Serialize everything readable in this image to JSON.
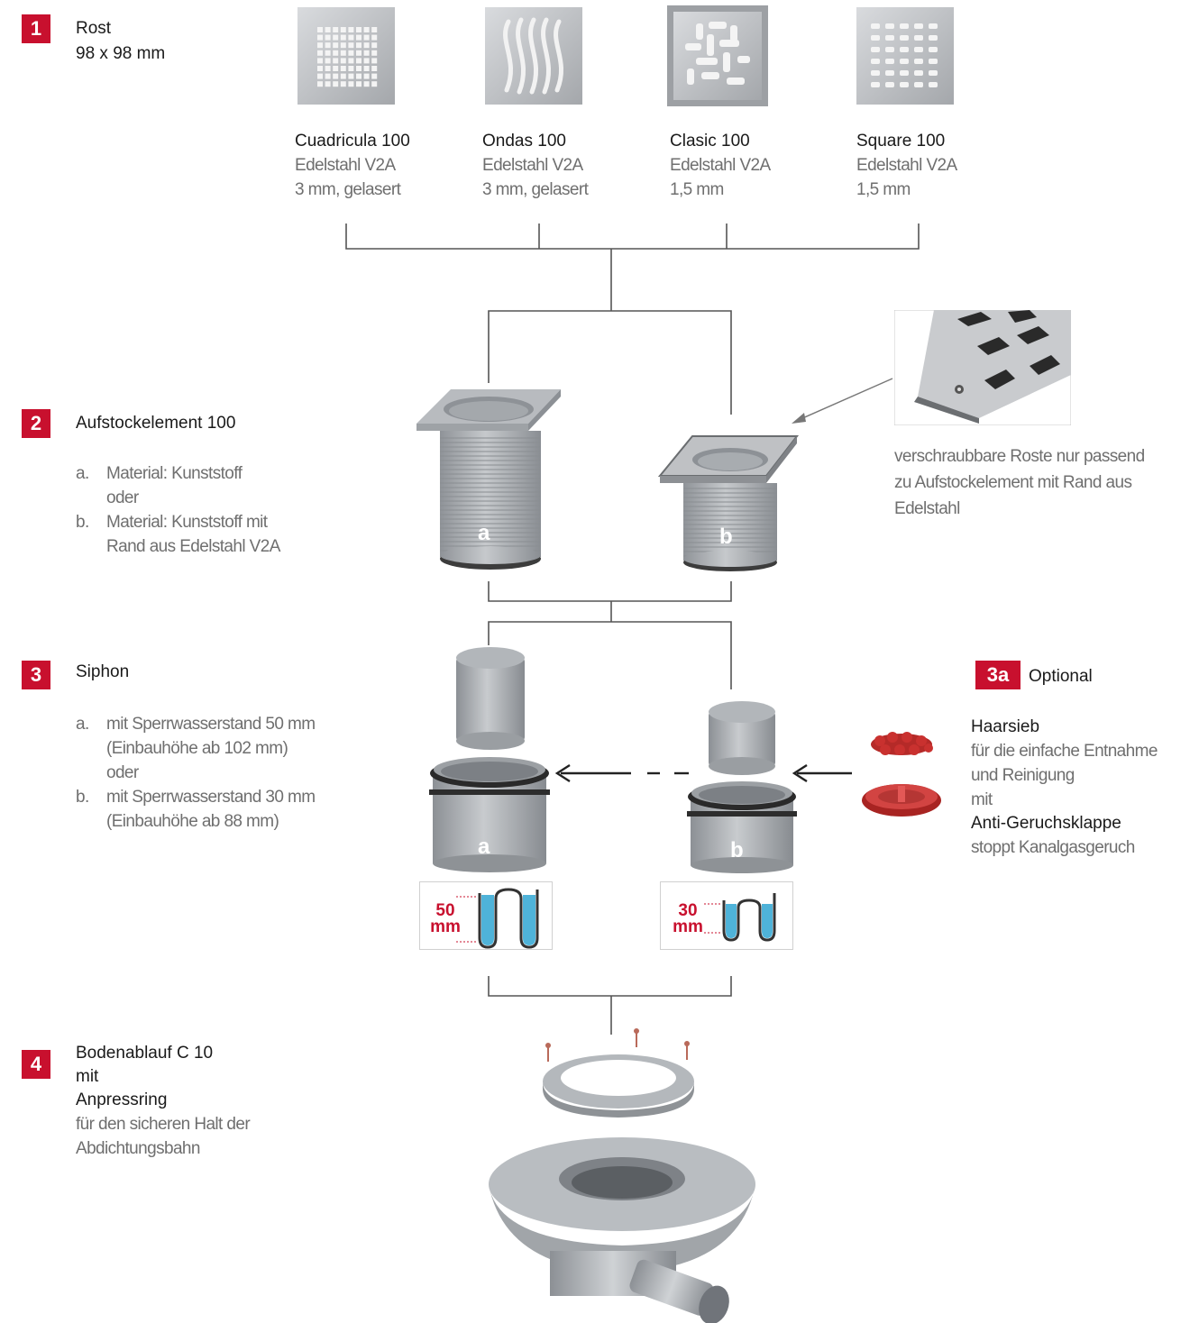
{
  "colors": {
    "accent": "#c8102e",
    "muted": "#6f6f6f",
    "line": "#555555",
    "steel": "#b9bcc0",
    "plastic": "#a9adb2",
    "water": "#4fb3d9"
  },
  "section1": {
    "badge": "1",
    "title": "Rost",
    "subtitle": "98 x 98 mm",
    "grates": [
      {
        "name": "Cuadricula 100",
        "material": "Edelstahl V2A",
        "spec": "3 mm, gelasert",
        "icon": "grate-grid-icon"
      },
      {
        "name": "Ondas 100",
        "material": "Edelstahl V2A",
        "spec": "3 mm, gelasert",
        "icon": "grate-wave-icon"
      },
      {
        "name": "Clasic 100",
        "material": "Edelstahl V2A",
        "spec": "1,5 mm",
        "icon": "grate-classic-icon"
      },
      {
        "name": "Square 100",
        "material": "Edelstahl V2A",
        "spec": "1,5 mm",
        "icon": "grate-square-icon"
      }
    ]
  },
  "section2": {
    "badge": "2",
    "title": "Aufstockelement 100",
    "items": [
      {
        "key": "a.",
        "lines": [
          "Material: Kunststoff",
          "oder"
        ]
      },
      {
        "key": "b.",
        "lines": [
          "Material: Kunststoff mit",
          "Rand aus Edelstahl V2A"
        ]
      }
    ],
    "image_labels": [
      "a",
      "b"
    ],
    "note_lines": [
      "verschraubbare Roste nur passend",
      "zu Aufstockelement mit Rand aus",
      "Edelstahl"
    ]
  },
  "section3": {
    "badge": "3",
    "title": "Siphon",
    "items": [
      {
        "key": "a.",
        "lines": [
          "mit Sperrwasserstand 50 mm",
          "(Einbauhöhe ab 102 mm)",
          "oder"
        ]
      },
      {
        "key": "b.",
        "lines": [
          "mit Sperrwasserstand 30 mm",
          "(Einbauhöhe ab 88 mm)"
        ]
      }
    ],
    "image_labels": [
      "a",
      "b"
    ],
    "water_a": {
      "value": "50",
      "unit": "mm"
    },
    "water_b": {
      "value": "30",
      "unit": "mm"
    }
  },
  "section3a": {
    "badge": "3a",
    "title": "Optional",
    "haarsieb": "Haarsieb",
    "haarsieb_desc": [
      "für die einfache Entnahme",
      "und Reinigung"
    ],
    "mit": "mit",
    "klappe": "Anti-Geruchsklappe",
    "klappe_desc": "stoppt Kanalgasgeruch"
  },
  "section4": {
    "badge": "4",
    "title_lines": [
      "Bodenablauf C 10",
      "mit",
      "Anpressring"
    ],
    "desc_lines": [
      "für den sicheren Halt der",
      "Abdichtungsbahn"
    ]
  }
}
